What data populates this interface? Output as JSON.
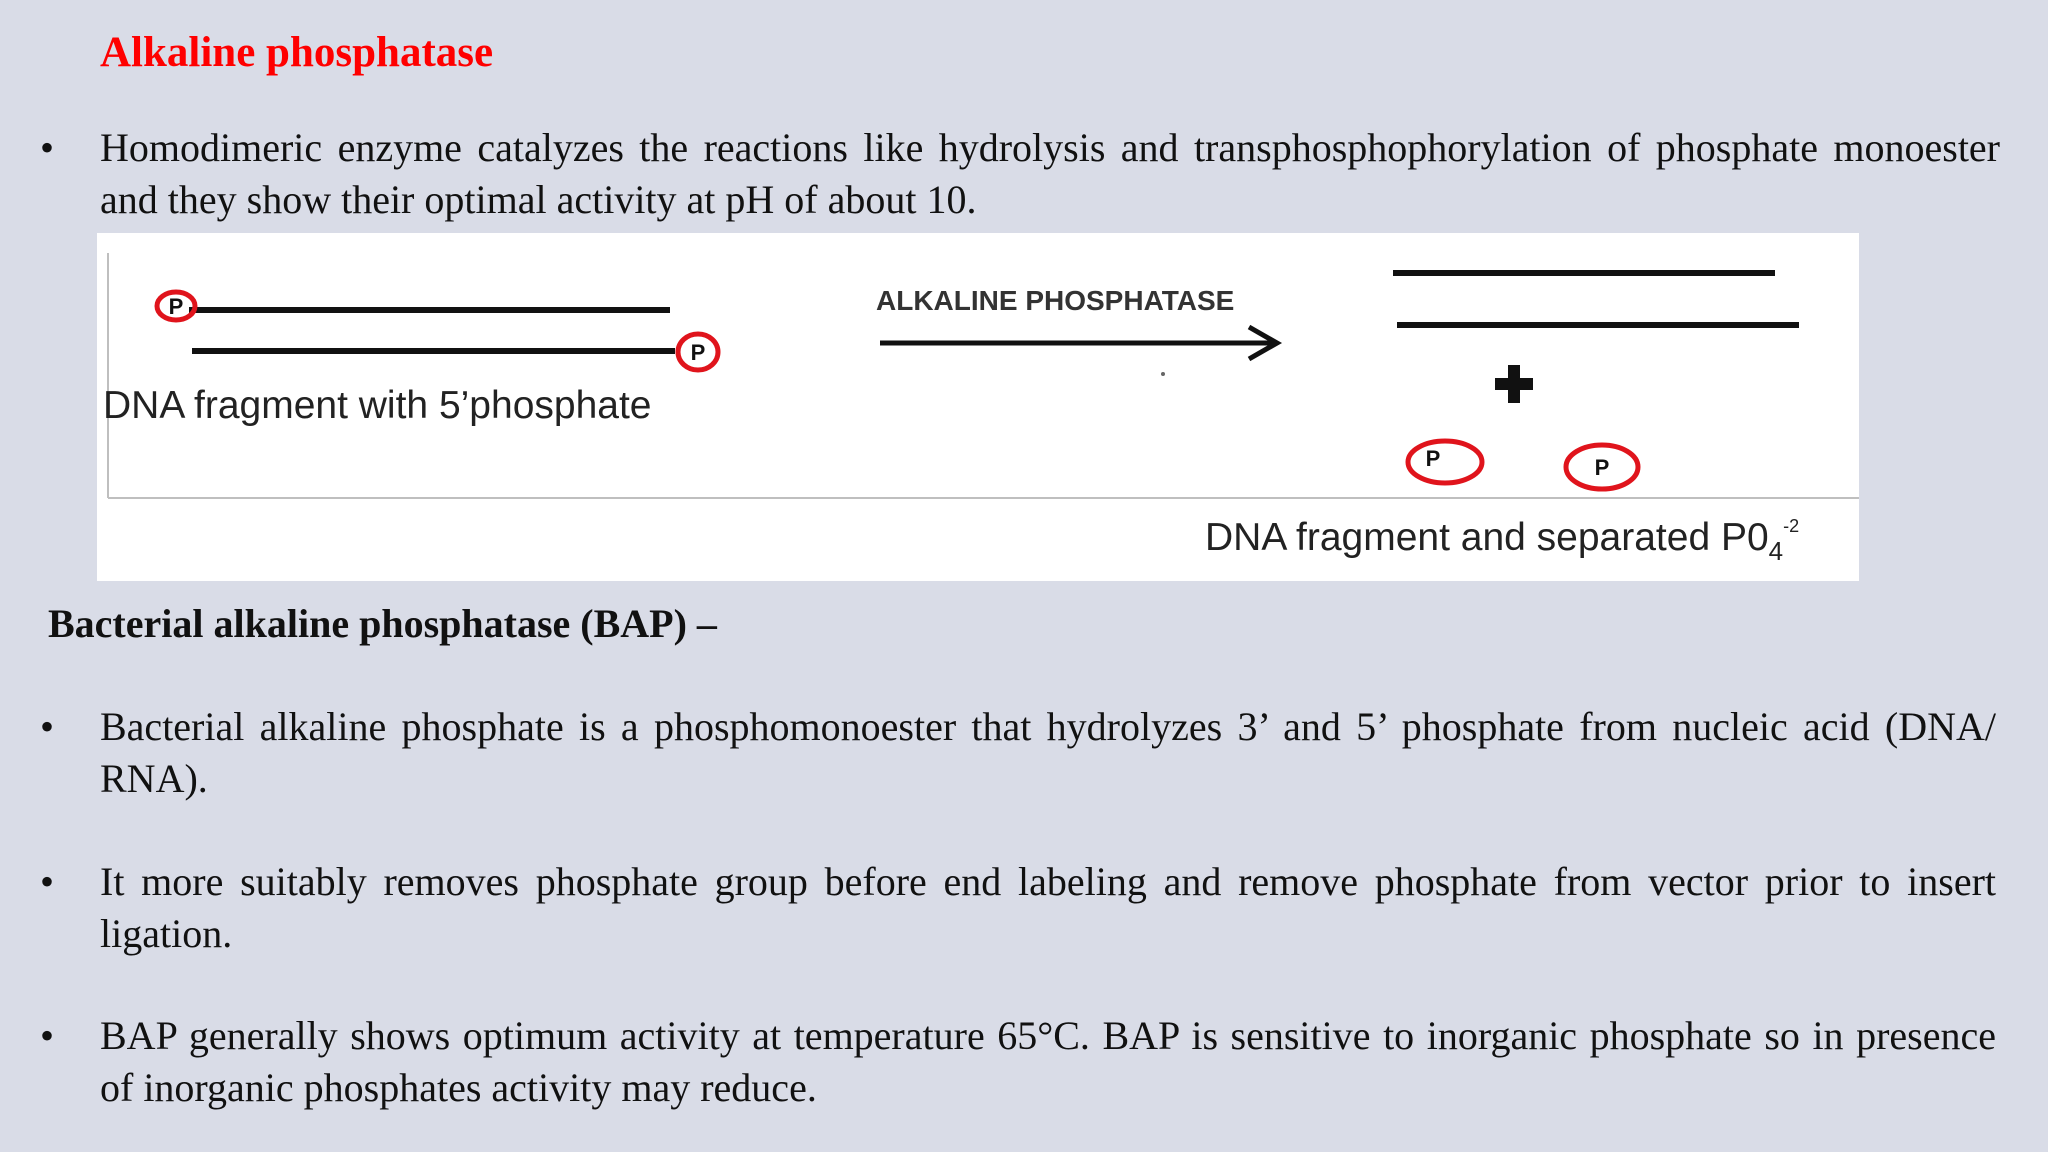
{
  "title": "Alkaline phosphatase",
  "intro_bullet": {
    "marker": "•",
    "text": "Homodimeric enzyme catalyzes the reactions like hydrolysis and transphosphophorylation of phosphate monoester and they show their optimal activity at pH of about 10."
  },
  "figure": {
    "arrow_label": "ALKALINE PHOSPHATASE",
    "left_caption": "DNA fragment with 5’phosphate",
    "right_caption": "DNA fragment  and separated P0",
    "right_caption_sub": "4",
    "right_caption_sup": "-2",
    "phosphate_label": "P",
    "plus_symbol": "+"
  },
  "subheading": "Bacterial alkaline phosphatase (BAP) –",
  "bullets": [
    {
      "marker": "•",
      "text": "Bacterial alkaline phosphate is a phosphomonoester that hydrolyzes 3’ and 5’ phosphate from nucleic acid (DNA/ RNA)."
    },
    {
      "marker": "•",
      "text": "It more suitably removes phosphate group before end labeling and remove phosphate from vector prior to insert ligation."
    },
    {
      "marker": "•",
      "text": "BAP generally shows optimum activity at temperature 65°C. BAP is sensitive to inorganic phosphate so in presence of inorganic phosphates activity may reduce."
    }
  ],
  "colors": {
    "title": "#ff0000",
    "phosphate_circle": "#e0141c",
    "background": "#d9dce7"
  }
}
